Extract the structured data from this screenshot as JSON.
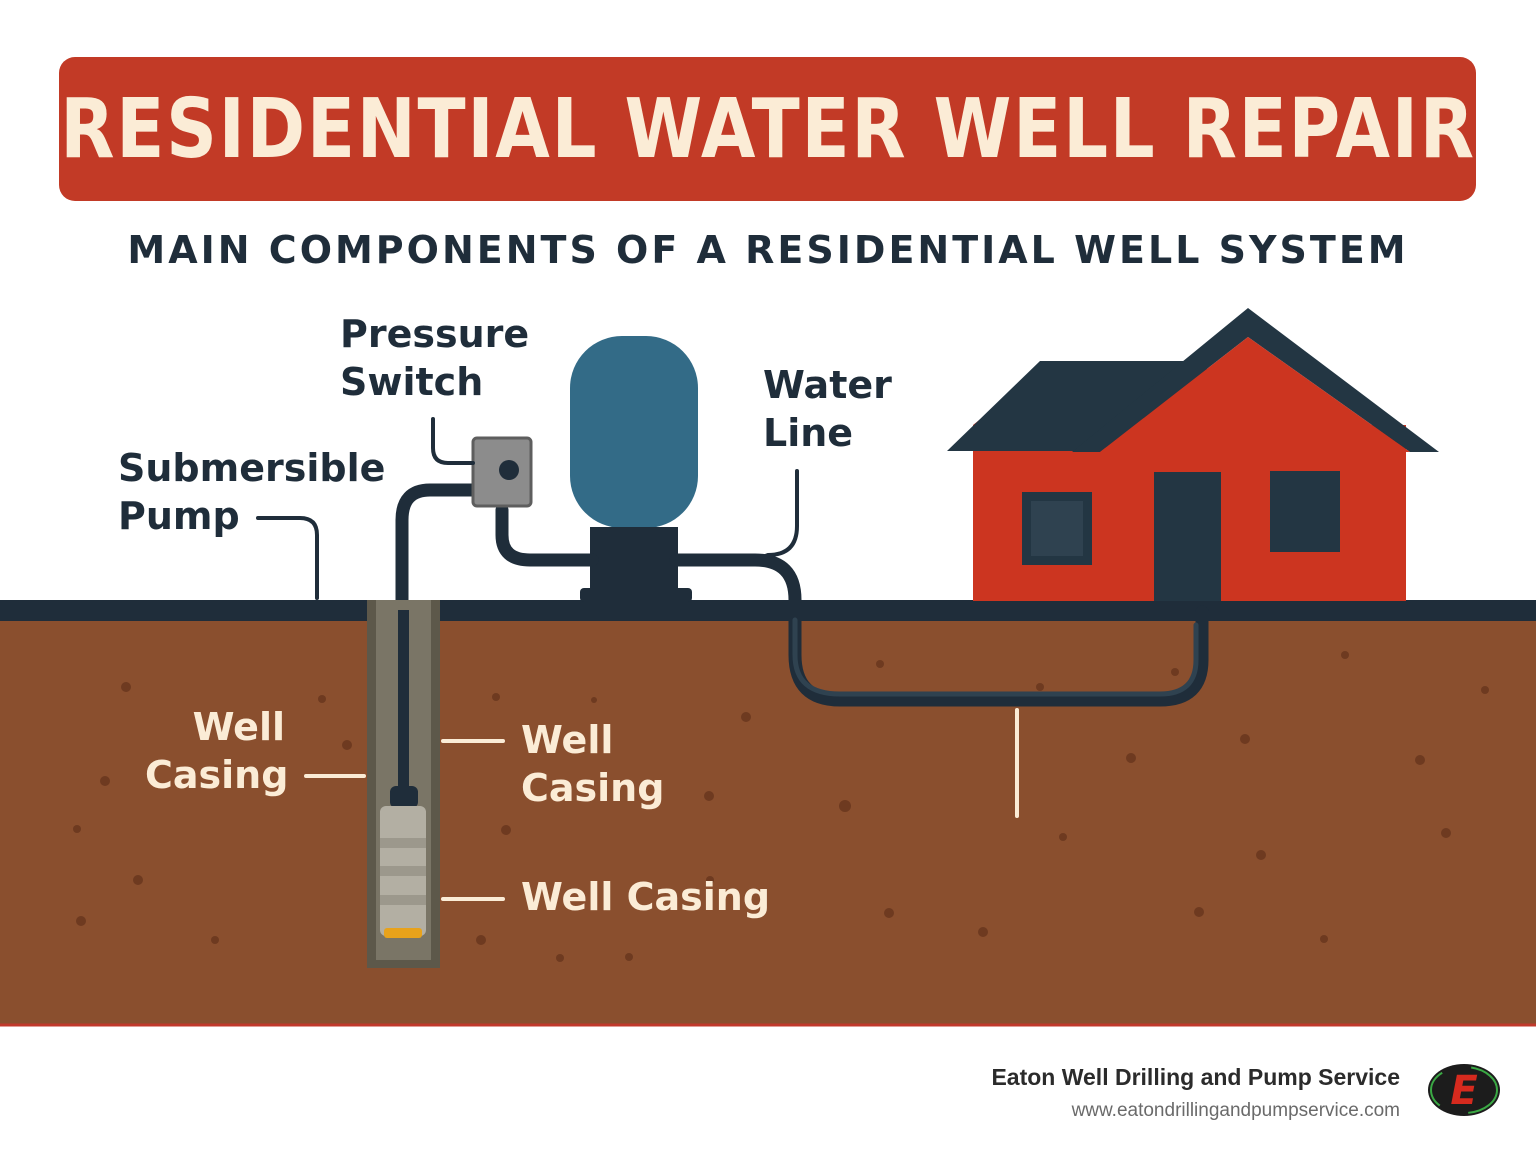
{
  "title": "RESIDENTIAL WATER WELL REPAIR",
  "subtitle": "MAIN COMPONENTS OF A RESIDENTIAL WELL SYSTEM",
  "labels": {
    "pressure_switch": "Pressure\nSwitch",
    "water_line": "Water\nLine",
    "submersible_pump": "Submersible\nPump",
    "well_casing_left": "Well\nCasing",
    "well_casing_right": "Well\nCasing",
    "well_casing_bottom": "Well Casing"
  },
  "footer": {
    "company": "Eaton Well Drilling and Pump Service",
    "url": "www.eatondrillingandpumpservice.com",
    "logo_letter": "E"
  },
  "colors": {
    "banner": "#c23a26",
    "banner_text": "#fbecd6",
    "dark": "#1f2d3a",
    "soil": "#8a4f2e",
    "tank": "#336b87",
    "house": "#cc3520",
    "roof": "#233643"
  }
}
